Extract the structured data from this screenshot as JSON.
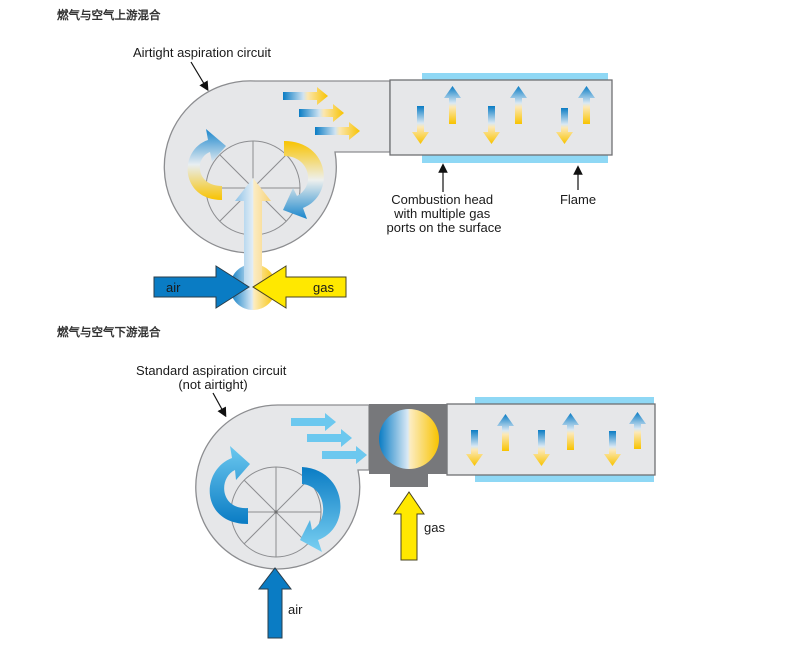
{
  "sections": [
    {
      "title": "燃气与空气上游混合",
      "circuit_label": "Airtight aspiration circuit",
      "air_label": "air",
      "gas_label": "gas",
      "head_label_lines": [
        "Combustion head",
        "with multiple gas",
        "ports on the surface"
      ],
      "flame_label": "Flame"
    },
    {
      "title": "燃气与空气下游混合",
      "circuit_label_lines": [
        "Standard aspiration circuit",
        "(not airtight)"
      ],
      "air_label": "air",
      "gas_label": "gas"
    }
  ],
  "colors": {
    "housing_fill": "#e6e7e9",
    "housing_stroke": "#8c8d90",
    "air_blue": "#0a7cc4",
    "light_blue": "#6cc8ef",
    "gas_yellow": "#ffe800",
    "gas_orange": "#f8c300",
    "flame": "#8fd8f5",
    "mixer_grey": "#77787b"
  }
}
